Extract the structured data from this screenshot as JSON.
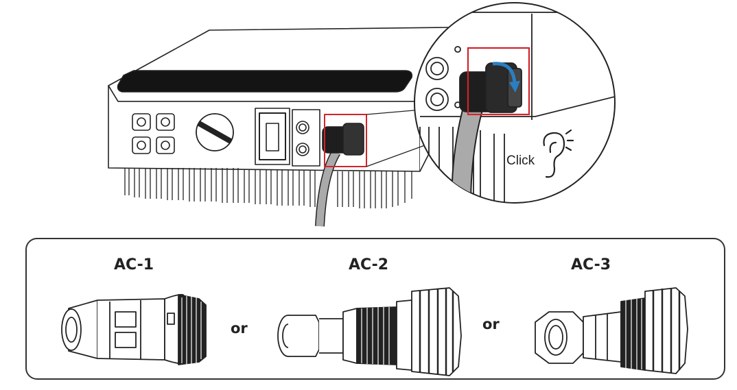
{
  "callout": {
    "click_label": "Click",
    "highlight_color": "#d2232a",
    "rotate_arrow_color": "#2b7fc1"
  },
  "connectors": {
    "items": [
      {
        "label": "AC-1"
      },
      {
        "label": "AC-2"
      },
      {
        "label": "AC-3"
      }
    ],
    "separator": "or"
  }
}
